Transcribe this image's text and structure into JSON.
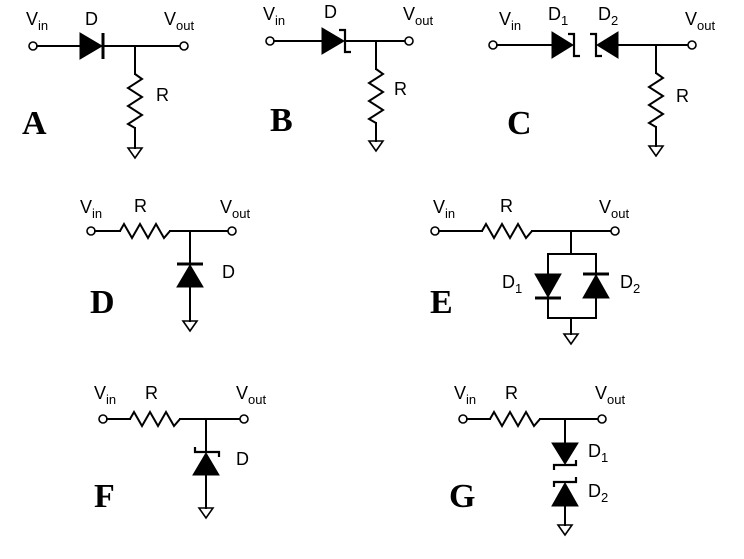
{
  "labels": {
    "vin_main": "V",
    "vin_sub": "in",
    "vout_main": "V",
    "vout_sub": "out",
    "resistor": "R",
    "diode": "D",
    "diode_main": "D",
    "sub_1": "1",
    "sub_2": "2"
  },
  "circuits": {
    "A": "A",
    "B": "B",
    "C": "C",
    "D": "D",
    "E": "E",
    "F": "F",
    "G": "G"
  }
}
